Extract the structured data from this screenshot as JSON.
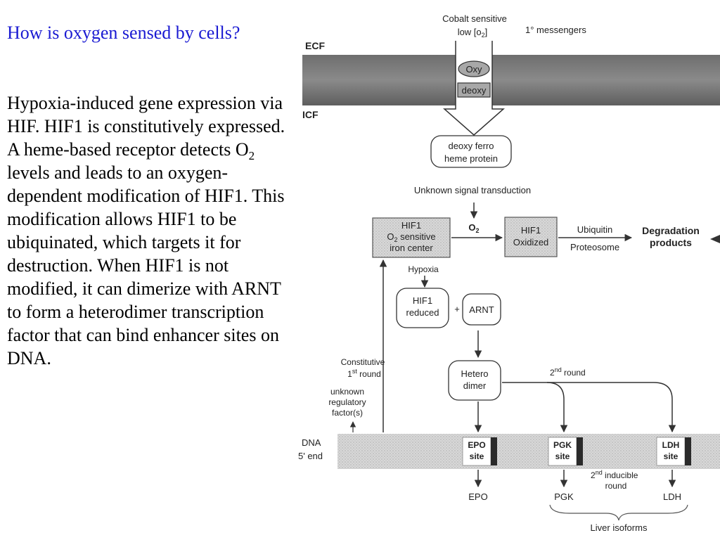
{
  "title": "How is oxygen sensed by cells?",
  "body": {
    "before_sub": "Hypoxia-induced gene expression via HIF.  HIF1 is constitutively expressed.  A heme-based receptor detects O",
    "sub": "2",
    "after_sub": " levels and leads to an oxygen-dependent modification of HIF1.  This modification allows HIF1 to be ubiquinated, which targets it for destruction.  When HIF1 is not modified, it can dimerize with ARNT to form a heterodimer transcription factor that can bind enhancer sites on DNA."
  },
  "diagram": {
    "cobalt_line1": "Cobalt sensitive",
    "cobalt_line2_pre": "low [o",
    "cobalt_line2_sub": "2",
    "cobalt_line2_post": "]",
    "messengers": "1° messengers",
    "ecf": "ECF",
    "icf": "ICF",
    "oxy": "Oxy",
    "deoxy": "deoxy",
    "heme_line1": "deoxy ferro",
    "heme_line2": "heme protein",
    "unknown_transduction": "Unknown signal transduction",
    "o2_label_pre": "O",
    "o2_label_sub": "2",
    "hif1_sensor_line1": "HIF1",
    "hif1_sensor_line2_pre": "O",
    "hif1_sensor_line2_sub": "2",
    "hif1_sensor_line2_post": " sensitive",
    "hif1_sensor_line3": "iron center",
    "hif1_oxidized_line1": "HIF1",
    "hif1_oxidized_line2": "Oxidized",
    "ubiquitin": "Ubiquitin",
    "proteosome": "Proteosome",
    "degradation_line1": "Degradation",
    "degradation_line2": "products",
    "hypoxia": "Hypoxia",
    "hif1_reduced_line1": "HIF1",
    "hif1_reduced_line2": "reduced",
    "plus": "+",
    "arnt": "ARNT",
    "constitutive": "Constitutive",
    "first_round_pre": "1",
    "first_round_sup": "st",
    "first_round_post": " round",
    "hetero_line1": "Hetero",
    "hetero_line2": "dimer",
    "second_round_pre": "2",
    "second_round_sup": "nd",
    "second_round_post": " round",
    "unknown_reg_line1": "unknown",
    "unknown_reg_line2": "regulatory",
    "unknown_reg_line3": "factor(s)",
    "dna": "DNA",
    "five_end": "5' end",
    "epo_site_line1": "EPO",
    "epo_site_line2": "site",
    "pgk_site_line1": "PGK",
    "pgk_site_line2": "site",
    "ldh_site_line1": "LDH",
    "ldh_site_line2": "site",
    "inducible_line1_pre": "2",
    "inducible_line1_sup": "nd",
    "inducible_line1_post": " inducible",
    "inducible_line2": "round",
    "epo": "EPO",
    "pgk": "PGK",
    "ldh": "LDH",
    "liver_isoforms": "Liver isoforms"
  }
}
